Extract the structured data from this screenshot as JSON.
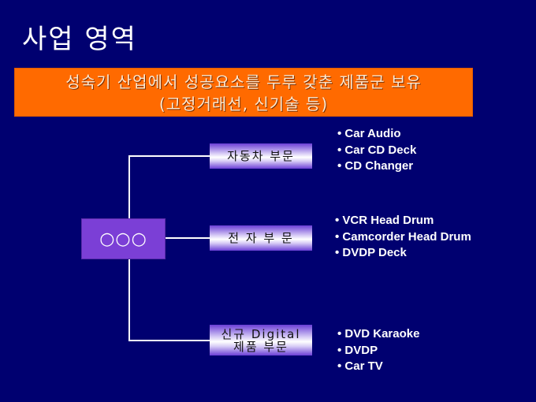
{
  "title": "사업 영역",
  "banner": {
    "line1": "성숙기 산업에서 성공요소를 두루 갖춘 제품군 보유",
    "line2": "(고정거래선, 신기술 등)"
  },
  "root": {
    "label": "○○○"
  },
  "divisions": [
    {
      "label": "자동차 부문",
      "items": [
        "Car Audio",
        "Car CD Deck",
        "CD Changer"
      ]
    },
    {
      "label": "전 자 부 문",
      "items": [
        "VCR Head Drum",
        "Camcorder Head Drum",
        "DVDP Deck"
      ]
    },
    {
      "label_line1": "신규 Digital",
      "label_line2": "제품 부문",
      "items": [
        "DVD Karaoke",
        "DVDP",
        "Car TV"
      ]
    }
  ],
  "colors": {
    "background": "#000070",
    "banner": "#ff6a00",
    "root": "#7b3fd6"
  }
}
